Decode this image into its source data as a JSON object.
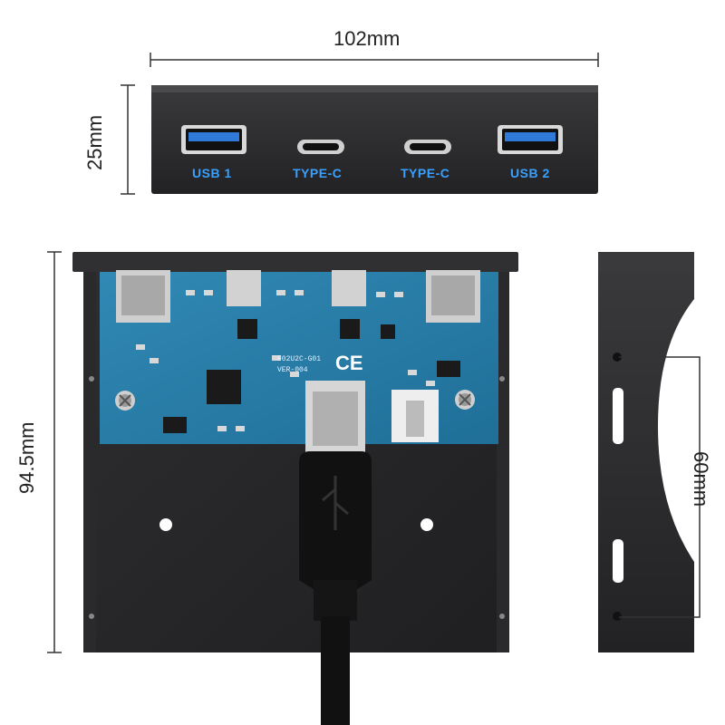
{
  "dimensions": {
    "width": "102mm",
    "height": "25mm",
    "depth": "94.5mm",
    "hole_spacing": "60mm"
  },
  "front_panel": {
    "ports": [
      {
        "label": "USB 1",
        "icon": "usb-a-port-icon"
      },
      {
        "label": "TYPE-C",
        "icon": "usb-c-port-icon"
      },
      {
        "label": "TYPE-C",
        "icon": "usb-c-port-icon"
      },
      {
        "label": "USB 2",
        "icon": "usb-a-port-icon"
      }
    ]
  },
  "board": {
    "markings": [
      "F02U2C-G01",
      "VER-004",
      "CE"
    ]
  },
  "colors": {
    "panel": "#2b2b2d",
    "pcb": "#2a7fa8",
    "usb3_blue": "#2f7ad8",
    "label_blue": "#3aa0ff"
  }
}
